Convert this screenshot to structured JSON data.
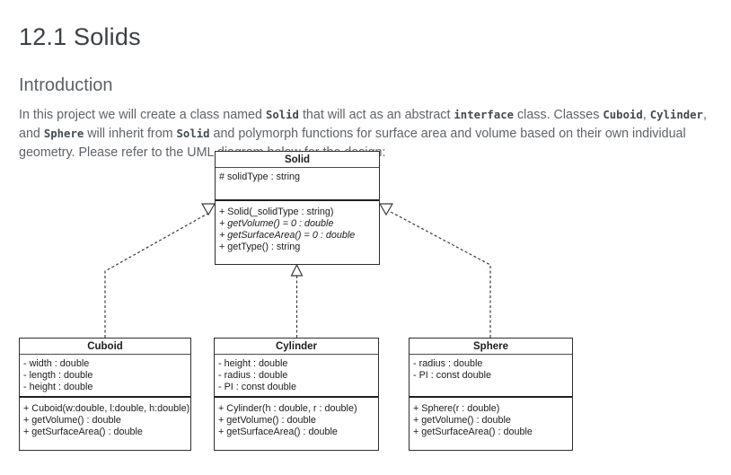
{
  "page": {
    "title": "12.1 Solids",
    "section_heading": "Introduction",
    "intro": {
      "seg1": "In this project we will create a class named ",
      "code1": "Solid",
      "seg2": " that will act as an abstract ",
      "code2": "interface",
      "seg3": " class. Classes ",
      "code3": "Cuboid",
      "seg4": ", ",
      "code4": "Cylinder",
      "seg5": ", and ",
      "code5": "Sphere",
      "seg6": " will inherit from ",
      "code6": "Solid",
      "seg7": " and polymorph functions for surface area and volume based on their own individual geometry. Please refer to the UML diagram below for the design:"
    }
  },
  "diagram": {
    "solid": {
      "name": "Solid",
      "attributes": [
        "# solidType : string"
      ],
      "methods": [
        "+ Solid(_solidType : string)",
        "+ getVolume() = 0 : double",
        "+ getSurfaceArea() = 0 : double",
        "+ getType() : string"
      ]
    },
    "cuboid": {
      "name": "Cuboid",
      "attributes": [
        "- width : double",
        "- length : double",
        "- height : double"
      ],
      "methods": [
        "+ Cuboid(w:double, l:double, h:double)",
        "+ getVolume() : double",
        "+ getSurfaceArea() : double"
      ]
    },
    "cylinder": {
      "name": "Cylinder",
      "attributes": [
        "- height : double",
        "- radius : double",
        "- PI : const double"
      ],
      "methods": [
        "+ Cylinder(h : double, r : double)",
        "+ getVolume() : double",
        "+ getSurfaceArea() : double"
      ]
    },
    "sphere": {
      "name": "Sphere",
      "attributes": [
        "- radius : double",
        "- PI : const double"
      ],
      "methods": [
        "+ Sphere(r : double)",
        "+ getVolume() : double",
        "+ getSurfaceArea() : double"
      ]
    },
    "relationships": [
      {
        "from": "Cuboid",
        "to": "Solid",
        "type": "generalization"
      },
      {
        "from": "Cylinder",
        "to": "Solid",
        "type": "generalization"
      },
      {
        "from": "Sphere",
        "to": "Solid",
        "type": "generalization"
      }
    ]
  },
  "colors": {
    "heading": "#3b4045",
    "body_text": "#5f6368",
    "code_text": "#414b50",
    "box_border": "#2e2e2e",
    "box_background": "#ffffff"
  }
}
